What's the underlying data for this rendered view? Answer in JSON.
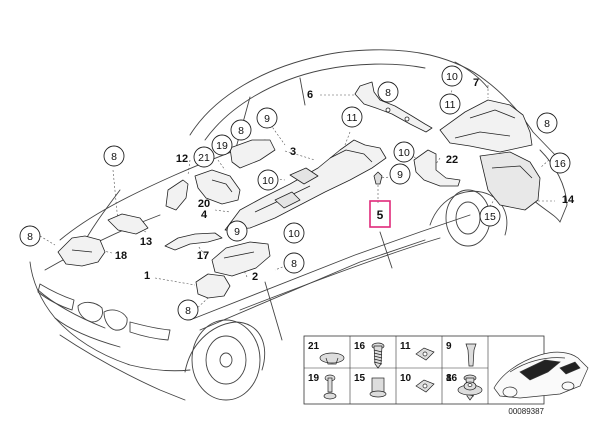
{
  "callouts": [
    {
      "id": "c-10a",
      "label": "10"
    },
    {
      "id": "c-8a",
      "label": "8"
    },
    {
      "id": "c-11a",
      "label": "11"
    },
    {
      "id": "c-8b",
      "label": "8"
    },
    {
      "id": "c-9a",
      "label": "9"
    },
    {
      "id": "c-8c",
      "label": "8"
    },
    {
      "id": "c-11b",
      "label": "11"
    },
    {
      "id": "c-8d",
      "label": "8"
    },
    {
      "id": "c-19",
      "label": "19"
    },
    {
      "id": "c-21",
      "label": "21"
    },
    {
      "id": "c-10b",
      "label": "10"
    },
    {
      "id": "c-9b",
      "label": "9"
    },
    {
      "id": "c-16",
      "label": "16"
    },
    {
      "id": "c-10c",
      "label": "10"
    },
    {
      "id": "c-8e",
      "label": "8"
    },
    {
      "id": "c-15",
      "label": "15"
    },
    {
      "id": "c-9c",
      "label": "9"
    },
    {
      "id": "c-10d",
      "label": "10"
    },
    {
      "id": "c-8f",
      "label": "8"
    },
    {
      "id": "c-8g",
      "label": "8"
    },
    {
      "id": "c-8h",
      "label": "8"
    }
  ],
  "plain_numbers": [
    {
      "id": "n-6",
      "label": "6"
    },
    {
      "id": "n-7",
      "label": "7"
    },
    {
      "id": "n-12",
      "label": "12"
    },
    {
      "id": "n-3",
      "label": "3"
    },
    {
      "id": "n-22",
      "label": "22"
    },
    {
      "id": "n-20",
      "label": "20"
    },
    {
      "id": "n-4",
      "label": "4"
    },
    {
      "id": "n-13",
      "label": "13"
    },
    {
      "id": "n-14",
      "label": "14"
    },
    {
      "id": "n-18",
      "label": "18"
    },
    {
      "id": "n-17",
      "label": "17"
    },
    {
      "id": "n-2",
      "label": "2"
    },
    {
      "id": "n-1",
      "label": "1"
    }
  ],
  "highlighted": {
    "label": "5",
    "color": "#e0297a"
  },
  "legend": {
    "cells": [
      {
        "label": "21",
        "icon": "cap-clip-icon"
      },
      {
        "label": "16",
        "icon": "screw-icon"
      },
      {
        "label": "11",
        "icon": "square-nut-icon"
      },
      {
        "label": "9",
        "icon": "push-rivet-icon"
      },
      {
        "label": "19",
        "icon": "stud-clip-icon"
      },
      {
        "label": "15",
        "icon": "expanding-nut-icon"
      },
      {
        "label": "10",
        "icon": "speed-nut-icon"
      },
      {
        "label": "16",
        "icon": "self-tapping-screw-icon"
      },
      {
        "label": "8",
        "icon": "grommet-icon"
      }
    ]
  },
  "doc_id": "00089387"
}
